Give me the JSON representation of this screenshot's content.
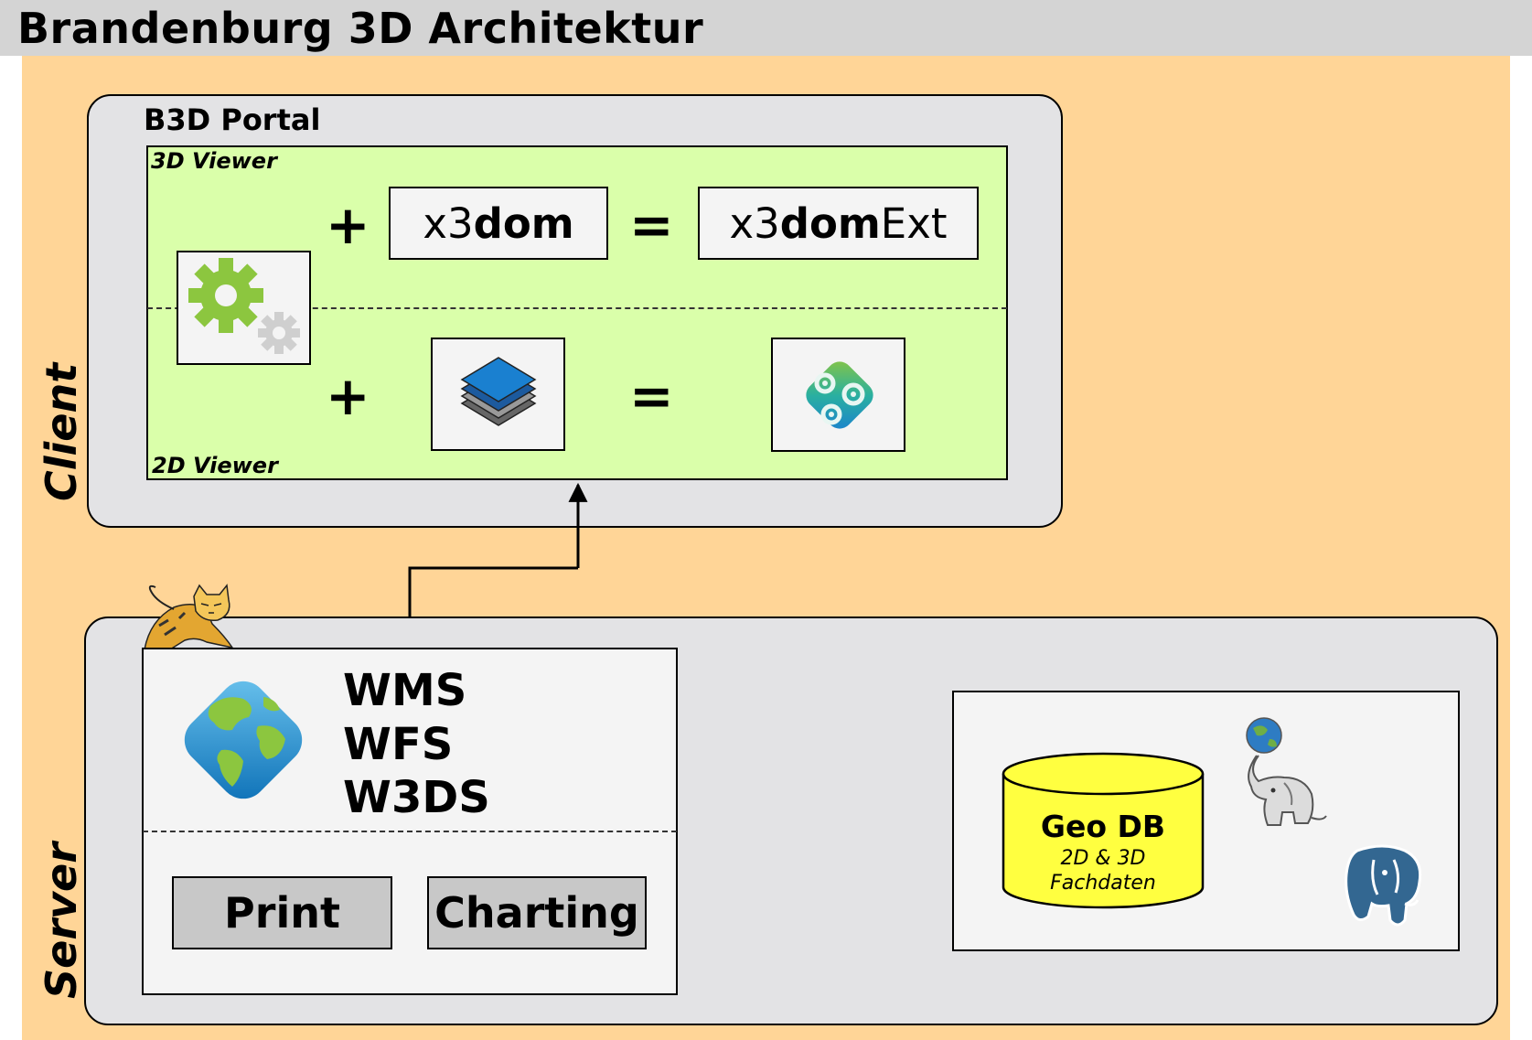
{
  "title": "Brandenburg 3D Architektur",
  "client": {
    "side_label": "Client",
    "portal_title": "B3D Portal",
    "viewer3d_label": "3D Viewer",
    "viewer2d_label": "2D Viewer",
    "plus": "+",
    "equals": "=",
    "x3dom_a": "x3",
    "x3dom_b": "dom",
    "x3domext_a": "x3",
    "x3domext_b": "dom",
    "x3domext_c": "Ext"
  },
  "server": {
    "side_label": "Server",
    "services": [
      "WMS",
      "WFS",
      "W3DS"
    ],
    "print_label": "Print",
    "charting_label": "Charting",
    "db_title": "Geo DB",
    "db_sub1": "2D & 3D",
    "db_sub2": "Fachdaten"
  },
  "colors": {
    "background": "#ffd597",
    "title_bar": "#d4d4d4",
    "panel": "#e3e3e5",
    "viewer_green": "#daffaa",
    "db_yellow": "#ffff40",
    "button_grey": "#c8c8c8"
  },
  "icons": [
    "gears-icon",
    "layers-icon",
    "gears-diamond-icon",
    "tomcat-icon",
    "globe-diamond-icon",
    "elephant-globe-icon",
    "postgresql-elephant-icon",
    "database-cylinder-icon"
  ]
}
